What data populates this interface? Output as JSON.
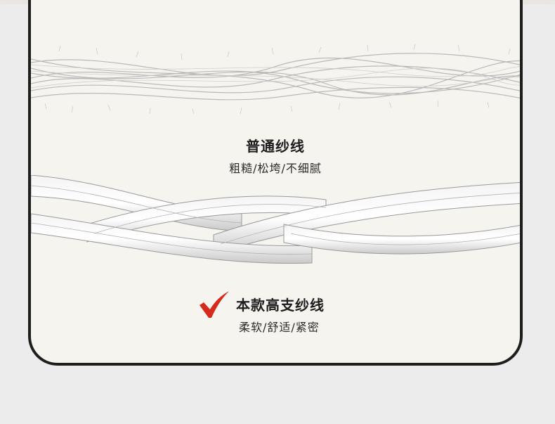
{
  "rough_yarn": {
    "title": "普通纱线",
    "subtitle": "粗糙/松垮/不细腻"
  },
  "fine_yarn": {
    "title": "本款高支纱线",
    "subtitle": "柔软/舒适/紧密"
  },
  "icons": {
    "check": "check-icon"
  },
  "colors": {
    "panel_bg": "#f6f4ef",
    "border": "#1e1e1e",
    "check": "#d52a1c",
    "page_bg": "#ececec"
  }
}
